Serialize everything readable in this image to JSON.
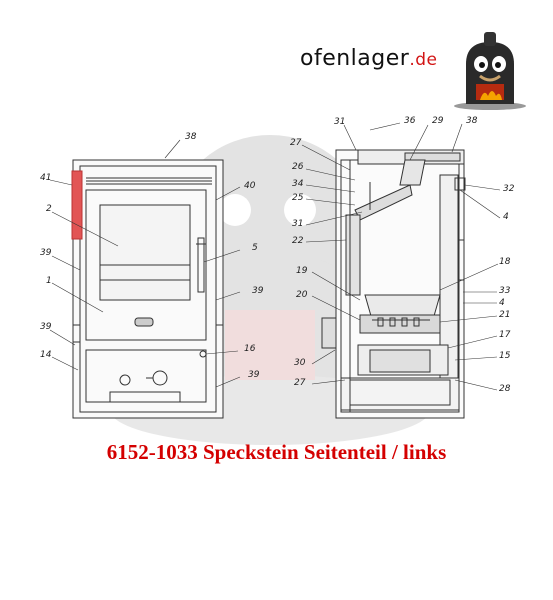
{
  "logo": {
    "text": "ofenlager",
    "suffix": ".de"
  },
  "caption": "6152-1033 Speckstein Seitenteil / links",
  "highlight_color": "#e25555",
  "callouts": {
    "n41": "41",
    "n2": "2",
    "n39a": "39",
    "n1": "1",
    "n39b": "39",
    "n14": "14",
    "n38a": "38",
    "n40": "40",
    "n5": "5",
    "n39c": "39",
    "n16": "16",
    "n39d": "39",
    "n27a": "27",
    "n31a": "31",
    "n36": "36",
    "n29": "29",
    "n38b": "38",
    "n26": "26",
    "n34": "34",
    "n25": "25",
    "n31b": "31",
    "n22": "22",
    "n32": "32",
    "n4a": "4",
    "n18": "18",
    "n19": "19",
    "n20": "20",
    "n30": "30",
    "n27b": "27",
    "n33": "33",
    "n4b": "4",
    "n21": "21",
    "n17": "17",
    "n15": "15",
    "n28": "28"
  }
}
